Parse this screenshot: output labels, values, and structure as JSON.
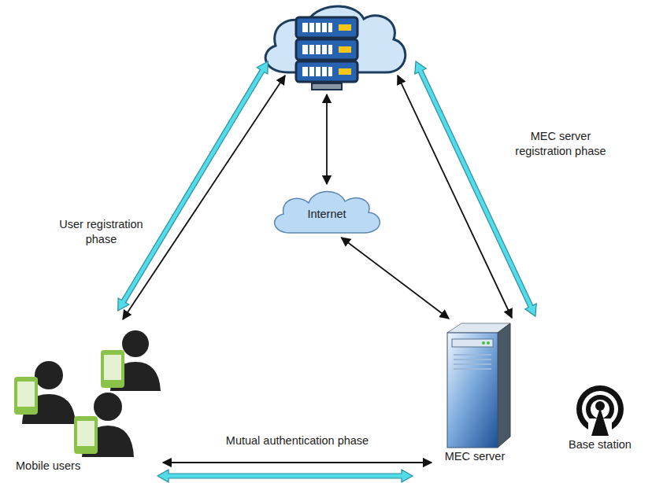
{
  "diagram": {
    "nodes": [
      {
        "text": [
          "Internet"
        ]
      },
      {
        "text": [
          "Mobile users"
        ]
      },
      {
        "text": [
          "MEC server"
        ]
      },
      {
        "text": [
          "Base station"
        ]
      }
    ],
    "edges": [
      {
        "from": 0,
        "to": 2,
        "arrow": "both"
      },
      {
        "from": 1,
        "to": 2,
        "label": "Mutual authentication phase",
        "arrow": "both"
      }
    ],
    "labels": [
      "User registration phase",
      "MEC server registration phase"
    ]
  }
}
